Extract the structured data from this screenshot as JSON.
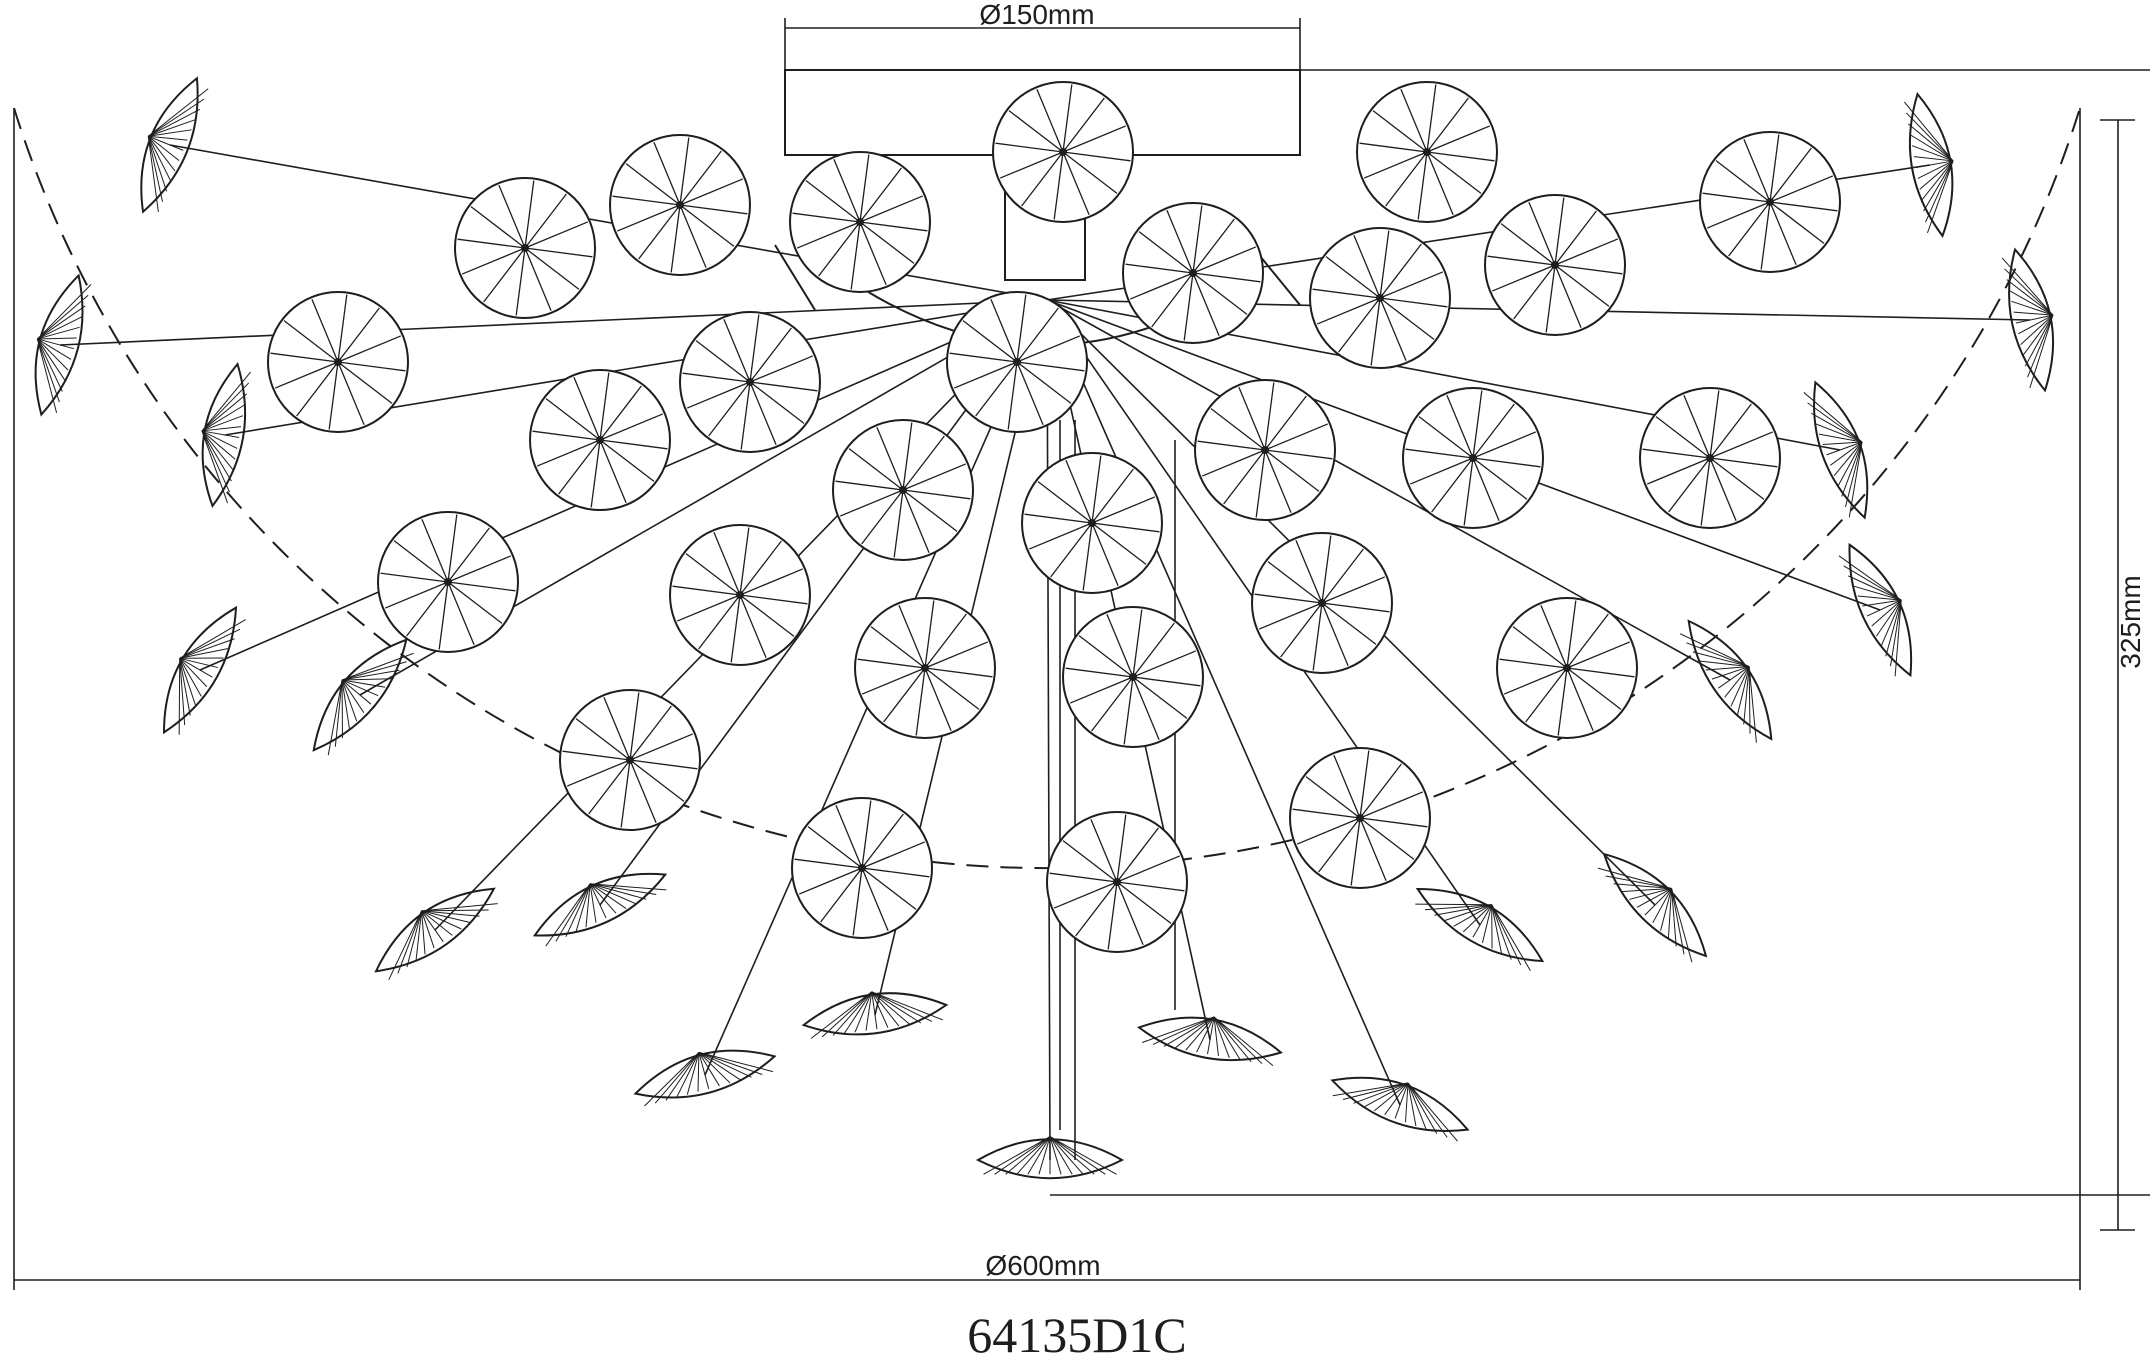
{
  "drawing": {
    "dimensions": {
      "top_diameter": "Ø150mm",
      "overall_diameter": "Ø600mm",
      "height": "325mm"
    },
    "model_number": "64135D1C",
    "colors": {
      "line": "#1e1e1e",
      "background": "#ffffff"
    }
  }
}
